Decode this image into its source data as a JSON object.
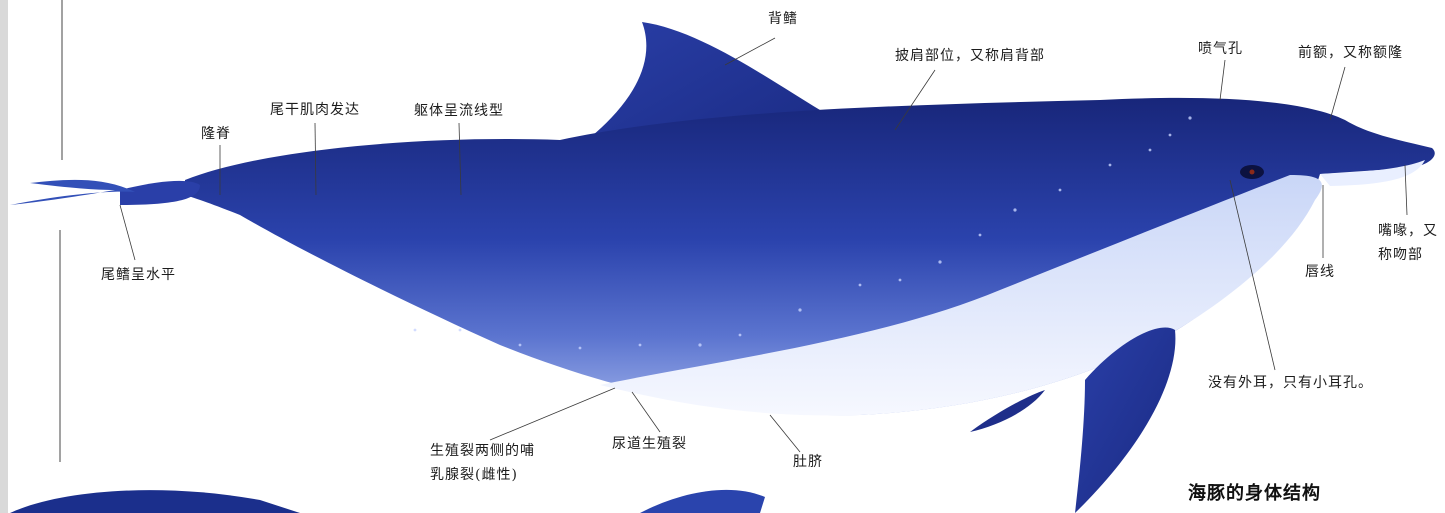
{
  "title": "海豚的身体结构",
  "labels": {
    "dorsal_fin": "背鳍",
    "shoulder": "披肩部位，又称肩背部",
    "blowhole": "喷气孔",
    "melon": "前额，又称额隆",
    "beak_line1": "嘴喙，又",
    "beak_line2": "称吻部",
    "lip_line": "唇线",
    "ear": "没有外耳，只有小耳孔。",
    "tail_muscle": "尾干肌肉发达",
    "ridge": "隆脊",
    "body_shape": "躯体呈流线型",
    "fluke": "尾鳍呈水平",
    "mammary_line1": "生殖裂两侧的哺",
    "mammary_line2": "乳腺裂(雌性)",
    "urogenital": "尿道生殖裂",
    "navel": "肚脐"
  },
  "colors": {
    "body_dark": "#1e2e8a",
    "body_mid": "#2f48b0",
    "body_light": "#6f86d8",
    "belly": "#eef3ff",
    "leader_line": "#3a3a3a"
  }
}
